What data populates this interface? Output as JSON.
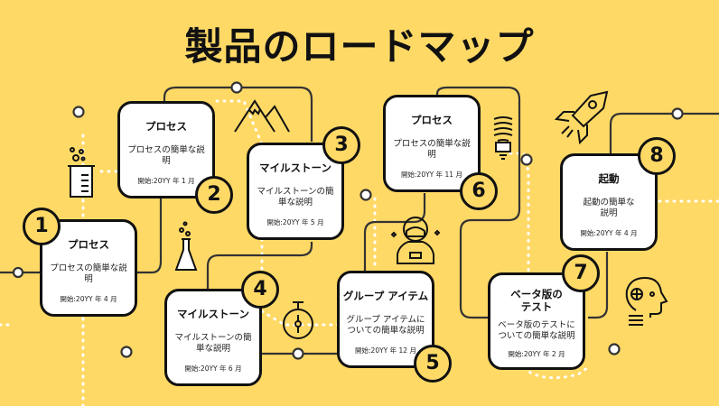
{
  "title": "製品のロードマップ",
  "colors": {
    "background": "#FFD966",
    "stroke": "#111111",
    "card": "#FFFFFF"
  },
  "milestones": [
    {
      "number": "1",
      "title": "プロセス",
      "description": "プロセスの簡単な説明",
      "start": "開始:20YY 年 4 月"
    },
    {
      "number": "2",
      "title": "プロセス",
      "description": "プロセスの簡単な説明",
      "start": "開始:20YY 年 1 月"
    },
    {
      "number": "3",
      "title": "マイルストーン",
      "description": "マイルストーンの簡単な説明",
      "start": "開始:20YY 年 5 月"
    },
    {
      "number": "4",
      "title": "マイルストーン",
      "description": "マイルストーンの簡単な説明",
      "start": "開始:20YY 年 6 月"
    },
    {
      "number": "5",
      "title": "グループ アイテム",
      "description": "グループ アイテムについての簡単な説明",
      "start": "開始:20YY 年 12 月"
    },
    {
      "number": "6",
      "title": "プロセス",
      "description": "プロセスの簡単な説明",
      "start": "開始:20YY 年 11 月"
    },
    {
      "number": "7",
      "title": "ベータ版のテスト",
      "description": "ベータ版のテストについての簡単な説明",
      "start": "開始:20YY 年 2 月"
    },
    {
      "number": "8",
      "title": "起動",
      "description": "起動の簡単な説明",
      "start": "開始:20YY 年 4 月"
    }
  ],
  "icons": [
    "beaker-icon",
    "flask-icon",
    "mountain-icon",
    "stopwatch-icon",
    "astronaut-icon",
    "lightbulb-icon",
    "rocket-icon",
    "head-icon"
  ]
}
